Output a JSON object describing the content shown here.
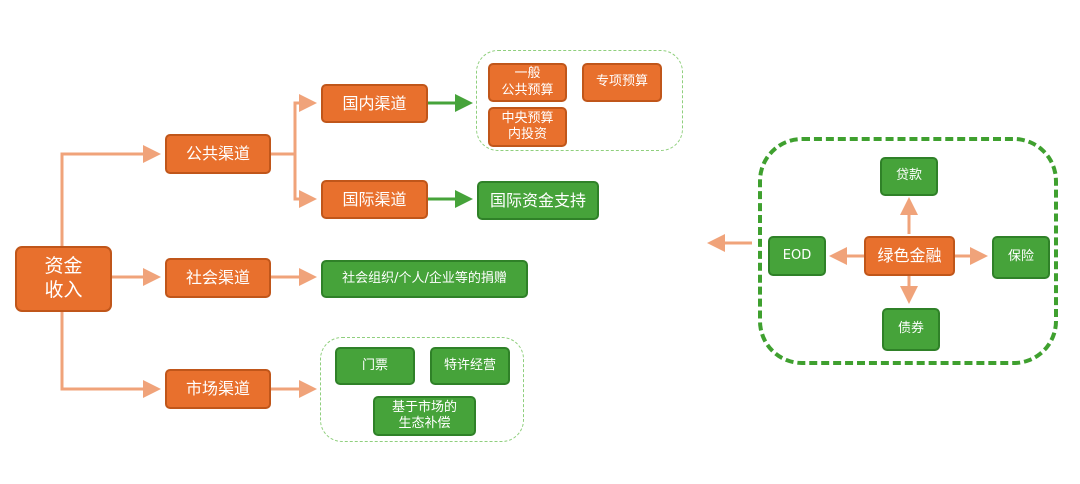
{
  "colors": {
    "orange": "#e8702d",
    "green": "#46a33a",
    "arrow_orange": "#f0a37a",
    "arrow_green": "#46a33a",
    "dashed_border": "#8fcf7d"
  },
  "root": {
    "label": "资金\n收入"
  },
  "channels": {
    "public": "公共渠道",
    "social": "社会渠道",
    "market": "市场渠道"
  },
  "public_sub": {
    "domestic": "国内渠道",
    "international": "国际渠道"
  },
  "domestic_items": {
    "general_budget": "一般\n公共预算",
    "special_budget": "专项预算",
    "central_budget": "中央预算\n内投资"
  },
  "international_item": "国际资金支持",
  "social_item": "社会组织/个人/企业等的捐赠",
  "market_items": {
    "tickets": "门票",
    "franchise": "特许经营",
    "eco_compensation": "基于市场的\n生态补偿"
  },
  "green_finance": {
    "center": "绿色金融",
    "top": "贷款",
    "bottom": "债券",
    "left": "EOD",
    "right": "保险"
  }
}
